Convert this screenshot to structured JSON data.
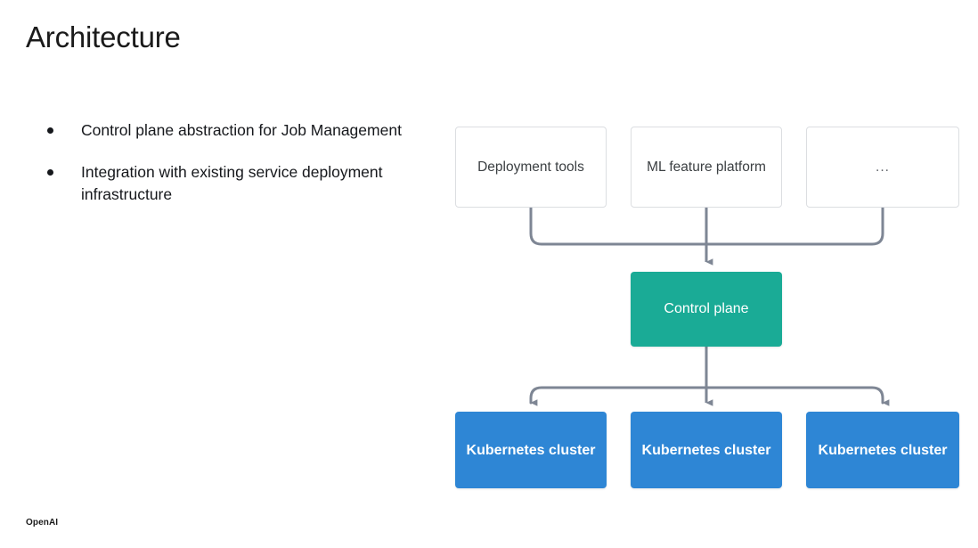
{
  "slide": {
    "title": "Architecture",
    "footer_logo": "OpenAI",
    "background_color": "#ffffff"
  },
  "bullets": [
    {
      "text": "Control plane abstraction for Job Management"
    },
    {
      "text": "Integration with existing service deployment infrastructure"
    }
  ],
  "diagram": {
    "type": "flow",
    "connector_color": "#7e8694",
    "source_nodes": [
      {
        "label": "Deployment tools",
        "fill": "#ffffff",
        "border": "#dcdee1",
        "text_color": "#3c4043"
      },
      {
        "label": "ML feature platform",
        "fill": "#ffffff",
        "border": "#dcdee1",
        "text_color": "#3c4043"
      },
      {
        "label": "...",
        "fill": "#ffffff",
        "border": "#dcdee1",
        "text_color": "#5f6368"
      }
    ],
    "control_node": {
      "label": "Control plane",
      "fill": "#1aab96",
      "text_color": "#ffffff"
    },
    "cluster_nodes": [
      {
        "label": "Kubernetes cluster",
        "fill": "#2e86d5",
        "text_color": "#ffffff"
      },
      {
        "label": "Kubernetes cluster",
        "fill": "#2e86d5",
        "text_color": "#ffffff"
      },
      {
        "label": "Kubernetes cluster",
        "fill": "#2e86d5",
        "text_color": "#ffffff"
      }
    ],
    "edges": [
      {
        "from": "Deployment tools",
        "to": "Control plane"
      },
      {
        "from": "ML feature platform",
        "to": "Control plane"
      },
      {
        "from": "...",
        "to": "Control plane"
      },
      {
        "from": "Control plane",
        "to": "Kubernetes cluster 1"
      },
      {
        "from": "Control plane",
        "to": "Kubernetes cluster 2"
      },
      {
        "from": "Control plane",
        "to": "Kubernetes cluster 3"
      }
    ]
  }
}
